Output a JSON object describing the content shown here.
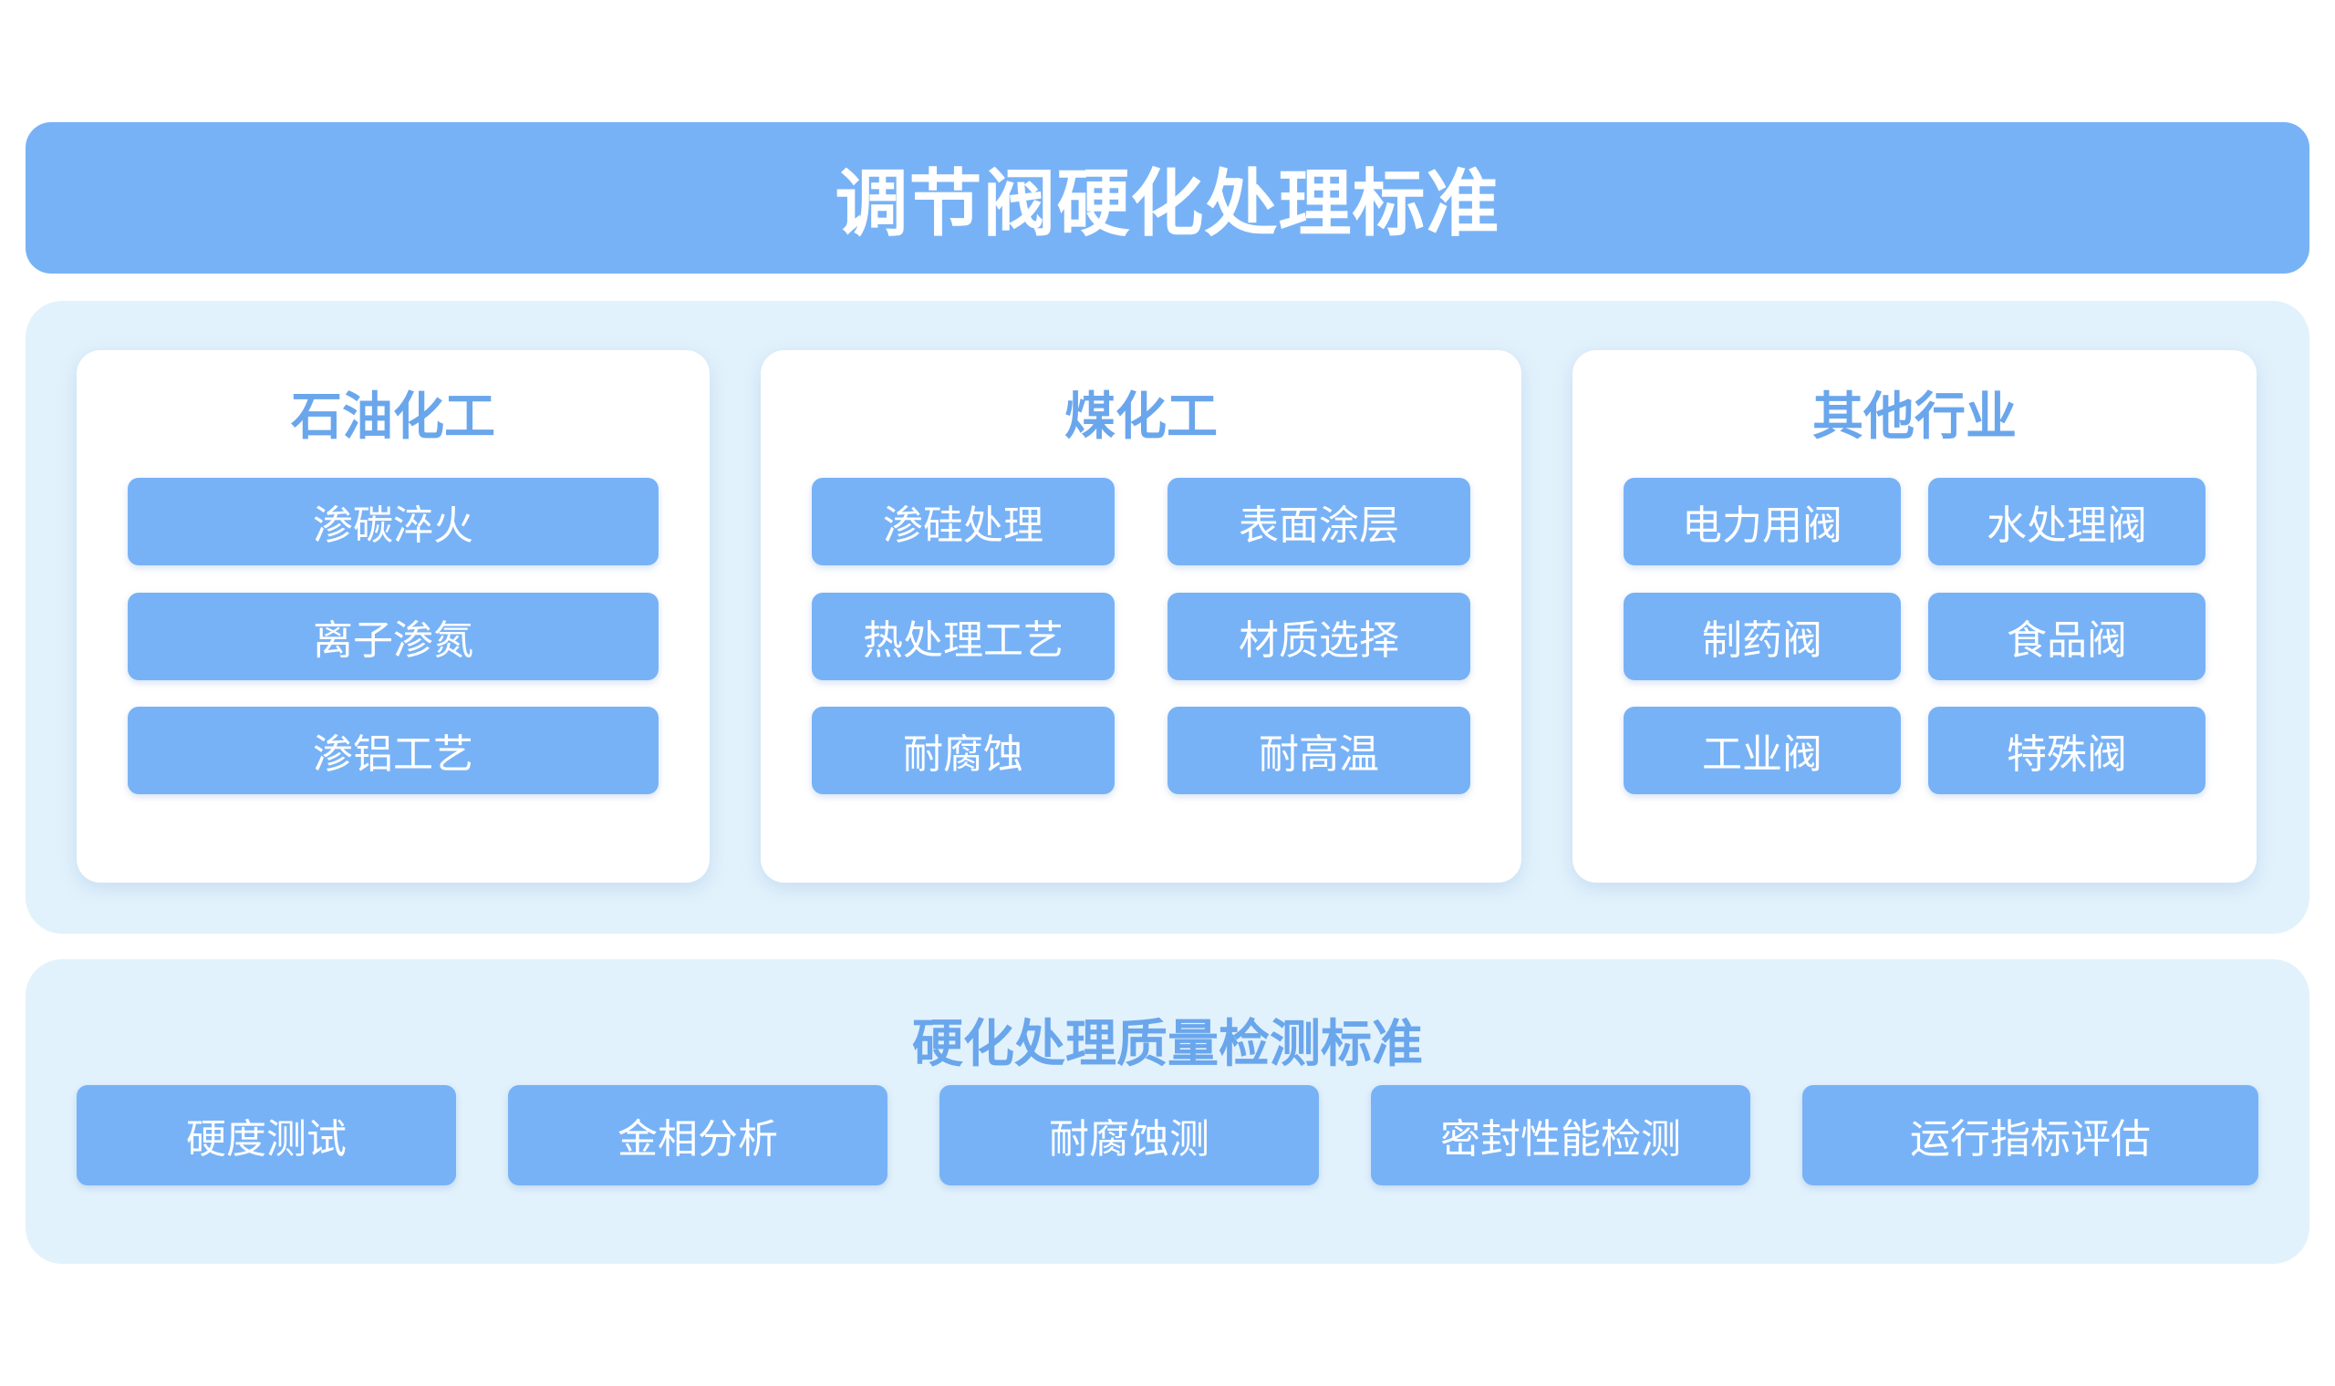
{
  "title": "调节阀硬化处理标准",
  "categories": [
    {
      "name": "石油化工",
      "items": [
        "渗碳淬火",
        "离子渗氮",
        "渗铝工艺"
      ]
    },
    {
      "name": "煤化工",
      "items": [
        "渗硅处理",
        "表面涂层",
        "热处理工艺",
        "材质选择",
        "耐腐蚀",
        "耐高温"
      ]
    },
    {
      "name": "其他行业",
      "items": [
        "电力用阀",
        "水处理阀",
        "制药阀",
        "食品阀",
        "工业阀",
        "特殊阀"
      ]
    }
  ],
  "quality": {
    "title": "硬化处理质量检测标准",
    "items": [
      "硬度测试",
      "金相分析",
      "耐腐蚀测",
      "密封性能检测",
      "运行指标评估"
    ]
  }
}
